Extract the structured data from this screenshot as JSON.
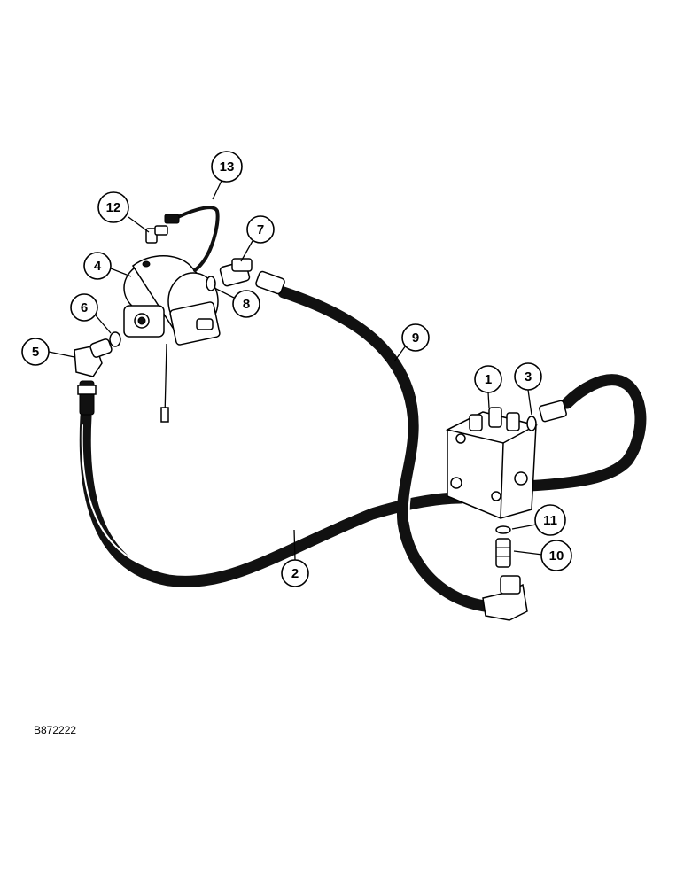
{
  "callouts": [
    "1",
    "2",
    "3",
    "4",
    "5",
    "6",
    "7",
    "8",
    "9",
    "10",
    "11",
    "12",
    "13"
  ],
  "reference_code": "B872222",
  "colors": {
    "ink": "#000000",
    "paper": "#ffffff"
  }
}
